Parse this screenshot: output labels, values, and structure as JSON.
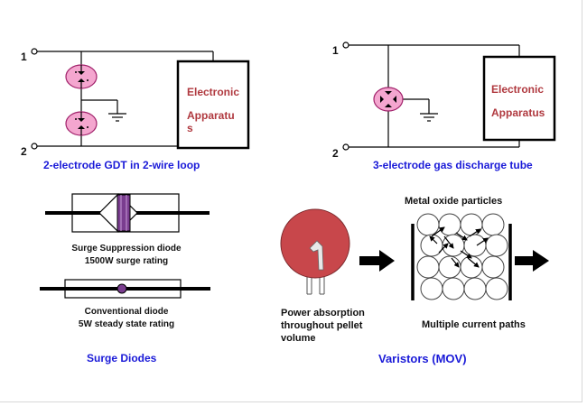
{
  "gdt2": {
    "terminal_1": "1",
    "terminal_2": "2",
    "apparatus_line1": "Electronic",
    "apparatus_line2": "Apparatu",
    "apparatus_line3": "s",
    "caption": "2-electrode  GDT in 2-wire loop"
  },
  "gdt3": {
    "terminal_1": "1",
    "terminal_2": "2",
    "apparatus_line1": "Electronic",
    "apparatus_line2": "Apparatus",
    "caption": "3-electrode gas discharge tube"
  },
  "surge_diodes": {
    "diode1_line1": "Surge Suppression diode",
    "diode1_line2": "1500W surge rating",
    "diode2_line1": "Conventional diode",
    "diode2_line2": "5W steady state rating",
    "caption": "Surge Diodes"
  },
  "varistors": {
    "pellet_line1": "Power absorption",
    "pellet_line2": "throughout pellet",
    "pellet_line3": "volume",
    "particles_label": "Metal oxide particles",
    "paths_label": "Multiple current paths",
    "caption": "Varistors (MOV)"
  },
  "colors": {
    "caption_blue": "#1a1ad8",
    "apparatus_red": "#b0393f",
    "tube_fill": "#f4a6cf",
    "tube_stroke": "#a0206a",
    "pellet_fill": "#c8474b",
    "diode_fill": "#7a3d8f",
    "arrow_black": "#000000"
  },
  "icons": [
    "gas-tube-icon",
    "ground-icon",
    "diode-icon",
    "varistor-pellet-icon",
    "arrow-icon"
  ]
}
